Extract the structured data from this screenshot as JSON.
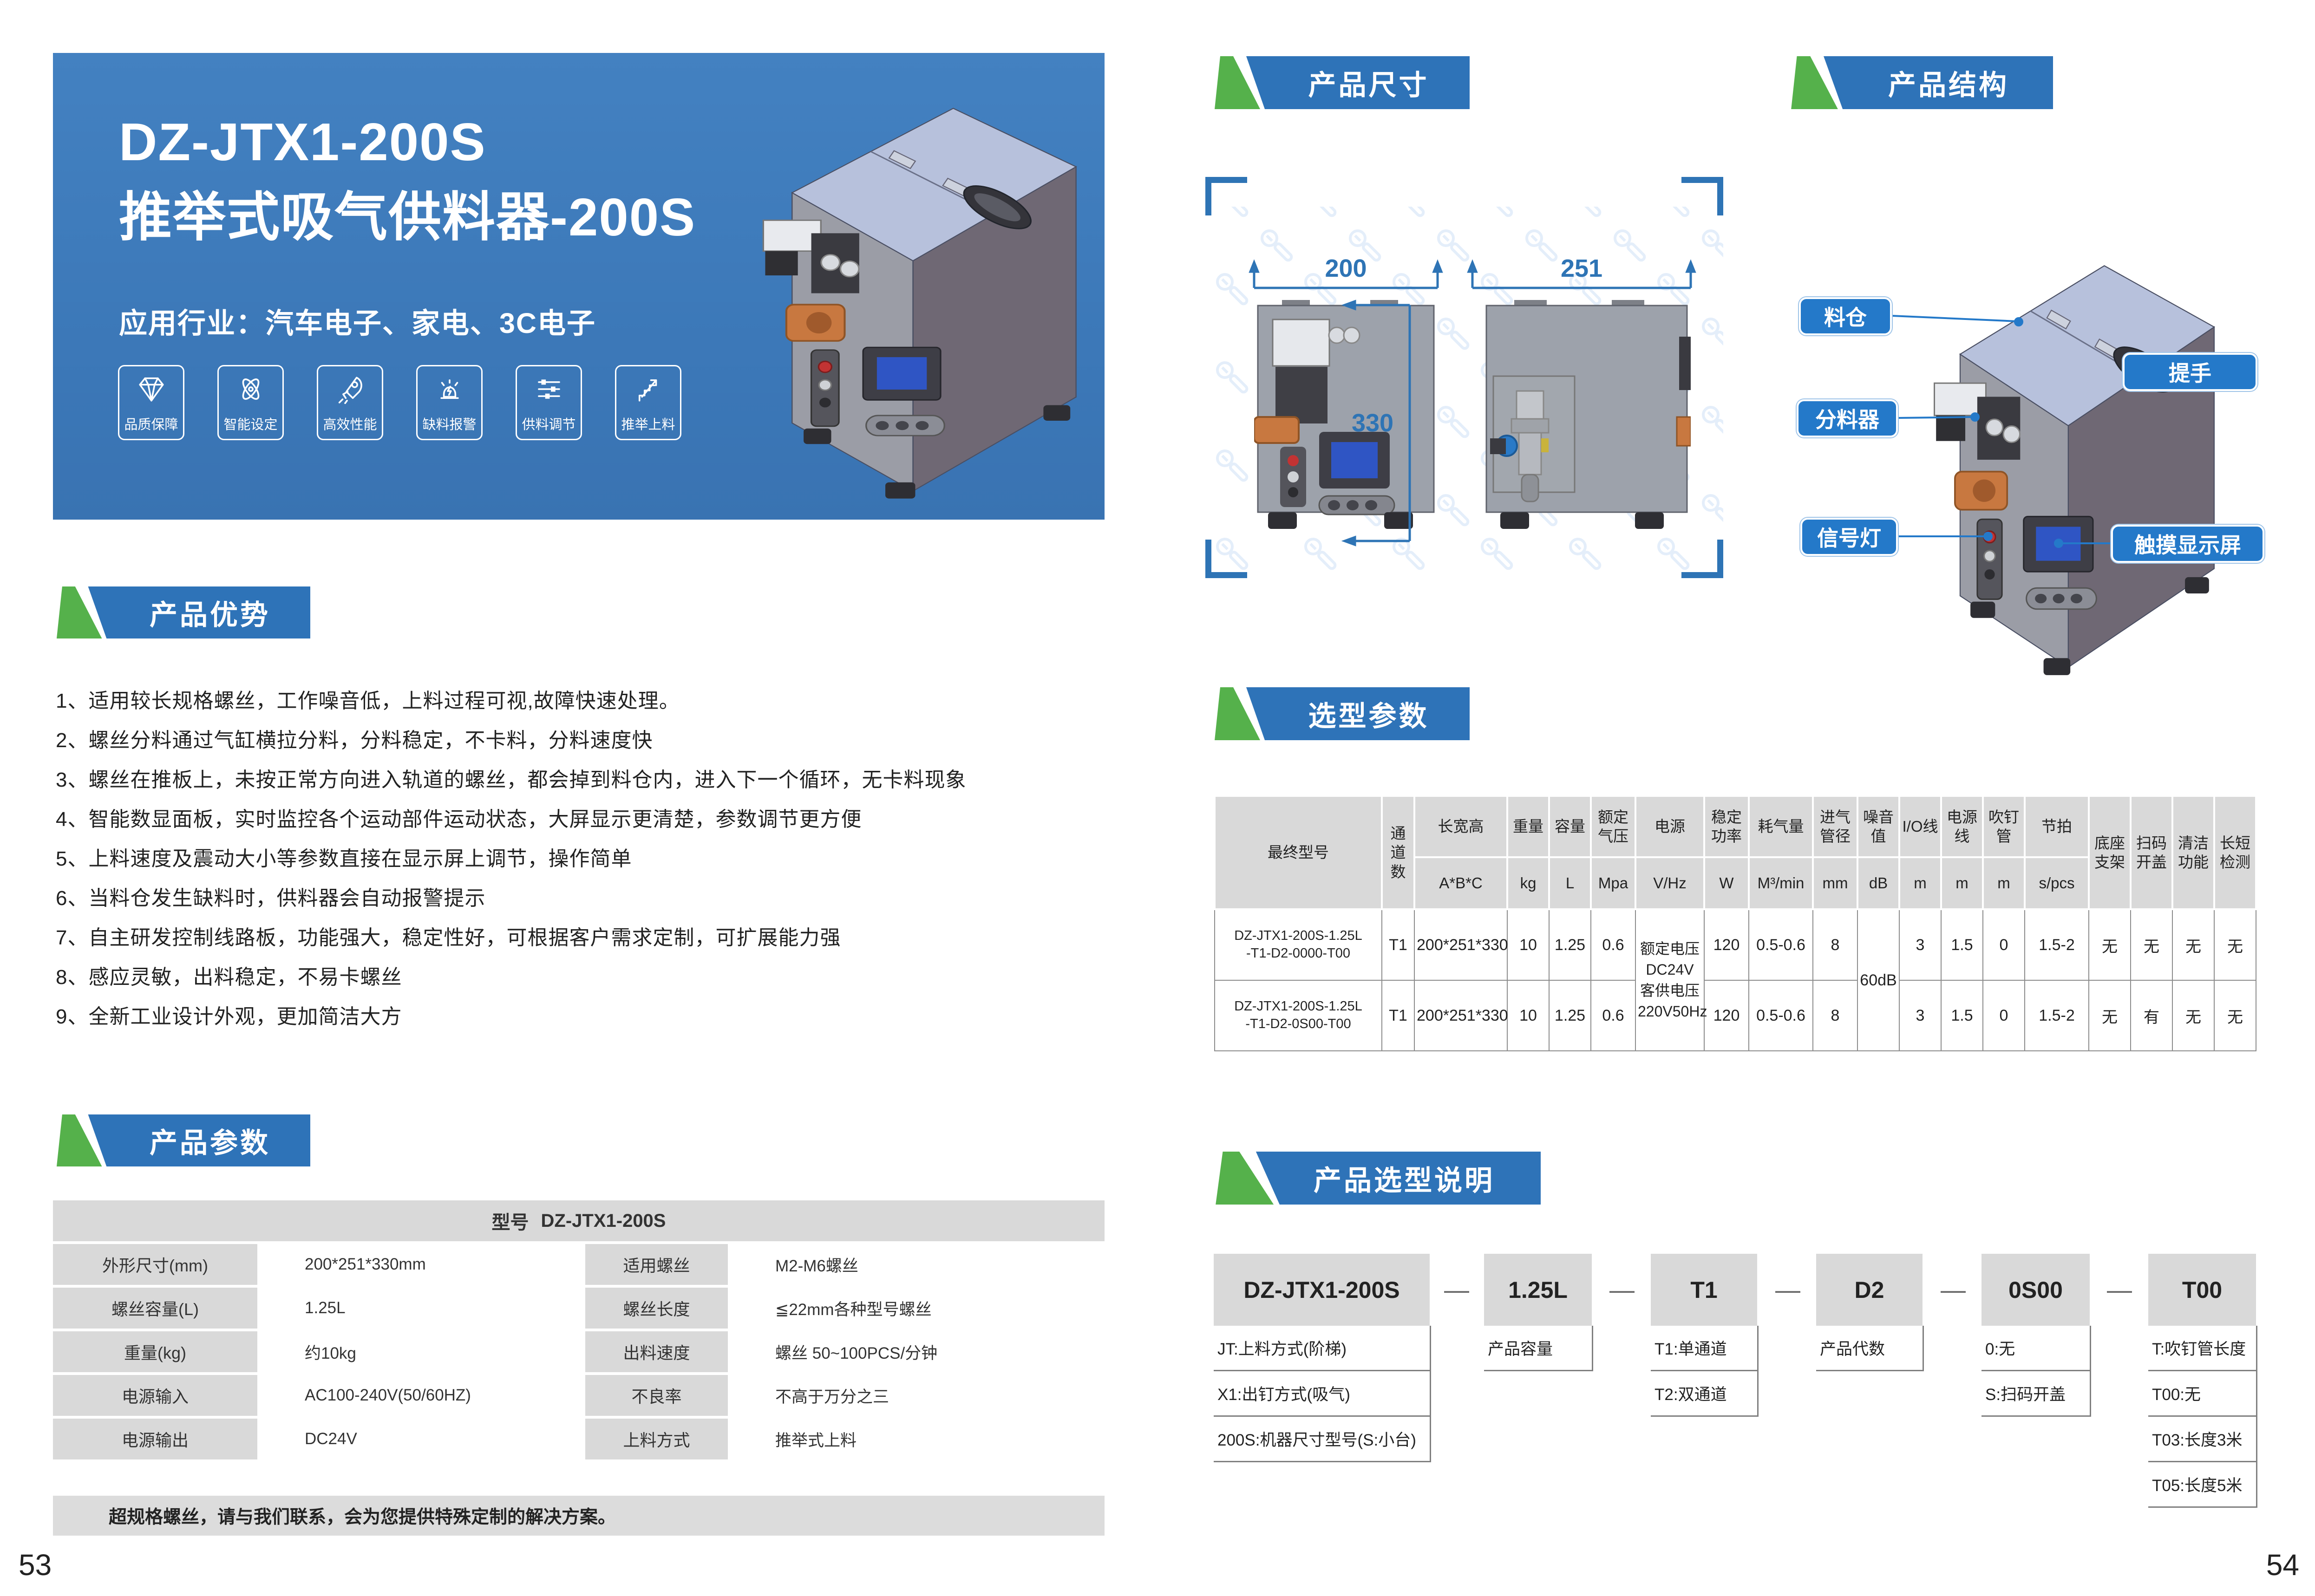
{
  "page": {
    "left_no": "53",
    "right_no": "54"
  },
  "colors": {
    "primary_blue": "#3b77b7",
    "banner_blue": "#2e73b8",
    "accent_green": "#55b14b",
    "label_blue": "#2479c9",
    "table_gray": "#d9d9d9",
    "dim_blue": "#2e74b5"
  },
  "hero": {
    "title_line1": "DZ-JTX1-200S",
    "title_line2": "推举式吸气供料器-200S",
    "industries": "应用行业：汽车电子、家电、3C电子",
    "badges": [
      {
        "label": "品质保障"
      },
      {
        "label": "智能设定"
      },
      {
        "label": "高效性能"
      },
      {
        "label": "缺料报警"
      },
      {
        "label": "供料调节"
      },
      {
        "label": "推举上料"
      }
    ]
  },
  "advantages": {
    "heading": "产品优势",
    "items": [
      "1、适用较长规格螺丝，工作噪音低，上料过程可视,故障快速处理。",
      "2、螺丝分料通过气缸横拉分料，分料稳定，不卡料，分料速度快",
      "3、螺丝在推板上，未按正常方向进入轨道的螺丝，都会掉到料仓内，进入下一个循环，无卡料现象",
      "4、智能数显面板，实时监控各个运动部件运动状态，大屏显示更清楚，参数调节更方便",
      "5、上料速度及震动大小等参数直接在显示屏上调节，操作简单",
      "6、当料仓发生缺料时，供料器会自动报警提示",
      "7、自主研发控制线路板，功能强大，稳定性好，可根据客户需求定制，可扩展能力强",
      "8、感应灵敏，出料稳定，不易卡螺丝",
      "9、全新工业设计外观，更加简洁大方"
    ]
  },
  "params": {
    "heading": "产品参数",
    "model_label": "型号",
    "model_value": "DZ-JTX1-200S",
    "rows": [
      {
        "l1": "外形尺寸(mm)",
        "v1": "200*251*330mm",
        "l2": "适用螺丝",
        "v2": "M2-M6螺丝"
      },
      {
        "l1": "螺丝容量(L)",
        "v1": "1.25L",
        "l2": "螺丝长度",
        "v2": "≦22mm各种型号螺丝"
      },
      {
        "l1": "重量(kg)",
        "v1": "约10kg",
        "l2": "出料速度",
        "v2": "螺丝 50~100PCS/分钟"
      },
      {
        "l1": "电源输入",
        "v1": "AC100-240V(50/60HZ)",
        "l2": "不良率",
        "v2": "不高于万分之三"
      },
      {
        "l1": "电源输出",
        "v1": "DC24V",
        "l2": "上料方式",
        "v2": "推举式上料"
      }
    ],
    "note": "超规格螺丝，请与我们联系，会为您提供特殊定制的解决方案。"
  },
  "dimensions": {
    "heading": "产品尺寸",
    "width": "200",
    "depth": "251",
    "height": "330"
  },
  "structure": {
    "heading": "产品结构",
    "labels": {
      "hopper": "料仓",
      "separator": "分料器",
      "signal": "信号灯",
      "handle": "提手",
      "screen": "触摸显示屏"
    }
  },
  "selection": {
    "heading": "选型参数",
    "headers": {
      "model": "最终型号",
      "channels": "通道数",
      "size": "长宽高",
      "weight": "重量",
      "capacity": "容量",
      "pressure": "额定气压",
      "power": "电源",
      "rated_power": "稳定功率",
      "air": "耗气量",
      "inlet": "进气管径",
      "noise": "噪音值",
      "io": "I/O线",
      "cord": "电源线",
      "tube": "吹钉管",
      "cycle": "节拍",
      "base": "底座支架",
      "scan": "扫码开盖",
      "clean": "清洁功能",
      "length": "长短检测"
    },
    "units": {
      "size": "A*B*C",
      "weight": "kg",
      "capacity": "L",
      "pressure": "Mpa",
      "power": "V/Hz",
      "rated_power": "W",
      "air": "M³/min",
      "inlet": "mm",
      "noise": "dB",
      "io": "m",
      "cord": "m",
      "tube": "m",
      "cycle": "s/pcs"
    },
    "power_lines": [
      "额定电压",
      "DC24V",
      "客供电压",
      "220V50Hz"
    ],
    "noise_value": "60dB",
    "rows": [
      {
        "model": "DZ-JTX1-200S-1.25L\n-T1-D2-0000-T00",
        "channels": "T1",
        "size": "200*251*330",
        "weight": "10",
        "capacity": "1.25",
        "pressure": "0.6",
        "rated_power": "120",
        "air": "0.5-0.6",
        "inlet": "8",
        "io": "3",
        "cord": "1.5",
        "tube": "0",
        "cycle": "1.5-2",
        "base": "无",
        "scan": "无",
        "clean": "无",
        "length": "无"
      },
      {
        "model": "DZ-JTX1-200S-1.25L\n-T1-D2-0S00-T00",
        "channels": "T1",
        "size": "200*251*330",
        "weight": "10",
        "capacity": "1.25",
        "pressure": "0.6",
        "rated_power": "120",
        "air": "0.5-0.6",
        "inlet": "8",
        "io": "3",
        "cord": "1.5",
        "tube": "0",
        "cycle": "1.5-2",
        "base": "无",
        "scan": "有",
        "clean": "无",
        "length": "无"
      }
    ]
  },
  "guide": {
    "heading": "产品选型说明",
    "separator": "—",
    "segments": [
      {
        "code": "DZ-JTX1-200S",
        "notes": [
          "JT:上料方式(阶梯)",
          "X1:出钉方式(吸气)",
          "200S:机器尺寸型号(S:小台)"
        ]
      },
      {
        "code": "1.25L",
        "notes": [
          "产品容量"
        ]
      },
      {
        "code": "T1",
        "notes": [
          "T1:单通道",
          "T2:双通道"
        ]
      },
      {
        "code": "D2",
        "notes": [
          "产品代数"
        ]
      },
      {
        "code": "0S00",
        "notes": [
          "0:无",
          "S:扫码开盖"
        ]
      },
      {
        "code": "T00",
        "notes": [
          "T:吹钉管长度",
          "T00:无",
          "T03:长度3米",
          "T05:长度5米"
        ]
      }
    ]
  }
}
